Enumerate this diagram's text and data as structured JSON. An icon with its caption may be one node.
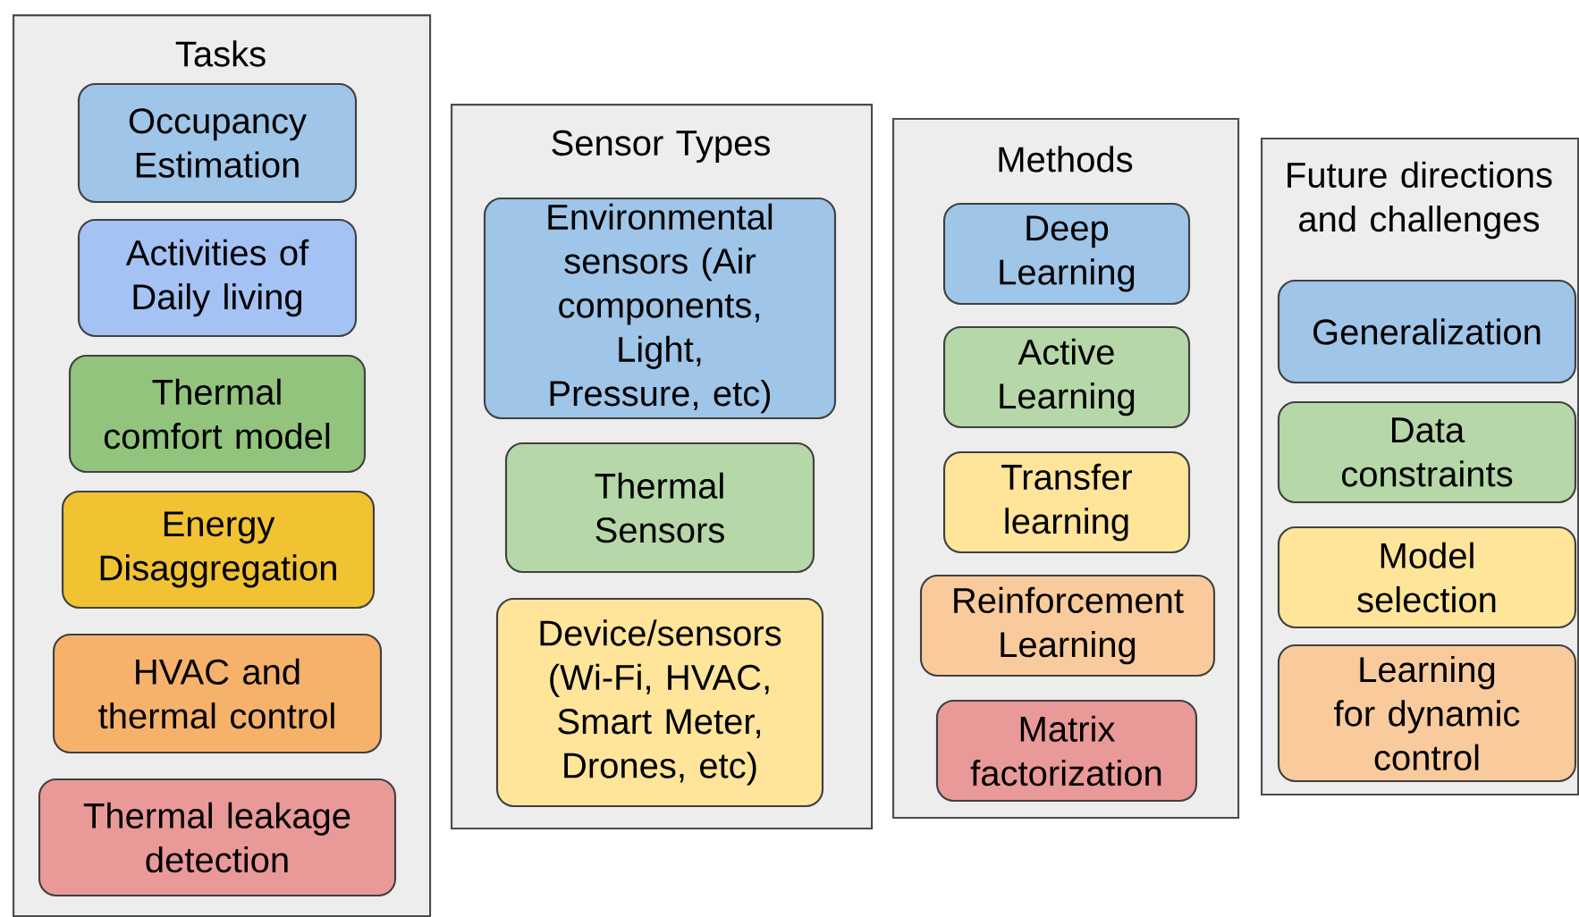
{
  "diagram": {
    "nodes": [
      {
        "text": [
          "Tasks"
        ]
      },
      {
        "text": [
          "Occupancy Estimation"
        ],
        "in": 0
      },
      {
        "text": [
          "Activities of Daily living"
        ],
        "in": 0
      },
      {
        "text": [
          "Thermal comfort model"
        ],
        "in": 0
      },
      {
        "text": [
          "Energy Disaggregation"
        ],
        "in": 0
      },
      {
        "text": [
          "HVAC and thermal control"
        ],
        "in": 0
      },
      {
        "text": [
          "Thermal leakage detection"
        ],
        "in": 0
      },
      {
        "text": [
          "Sensor Types"
        ]
      },
      {
        "text": [
          "Environmental sensors (Air components, Light, Pressure, etc)"
        ],
        "in": 7
      },
      {
        "text": [
          "Thermal Sensors"
        ],
        "in": 7
      },
      {
        "text": [
          "Device/sensors (Wi-Fi, HVAC, Smart Meter, Drones, etc)"
        ],
        "in": 7
      },
      {
        "text": [
          "Methods"
        ]
      },
      {
        "text": [
          "Deep Learning"
        ],
        "in": 11
      },
      {
        "text": [
          "Active Learning"
        ],
        "in": 11
      },
      {
        "text": [
          "Transfer learning"
        ],
        "in": 11
      },
      {
        "text": [
          "Reinforcement Learning"
        ],
        "in": 11
      },
      {
        "text": [
          "Matrix factorization"
        ],
        "in": 11
      },
      {
        "text": [
          "Future directions and challenges"
        ]
      },
      {
        "text": [
          "Generalization"
        ],
        "in": 17
      },
      {
        "text": [
          "Data constraints"
        ],
        "in": 17
      },
      {
        "text": [
          "Model selection"
        ],
        "in": 17
      },
      {
        "text": [
          "Learning for dynamic control"
        ],
        "in": 17
      }
    ]
  }
}
